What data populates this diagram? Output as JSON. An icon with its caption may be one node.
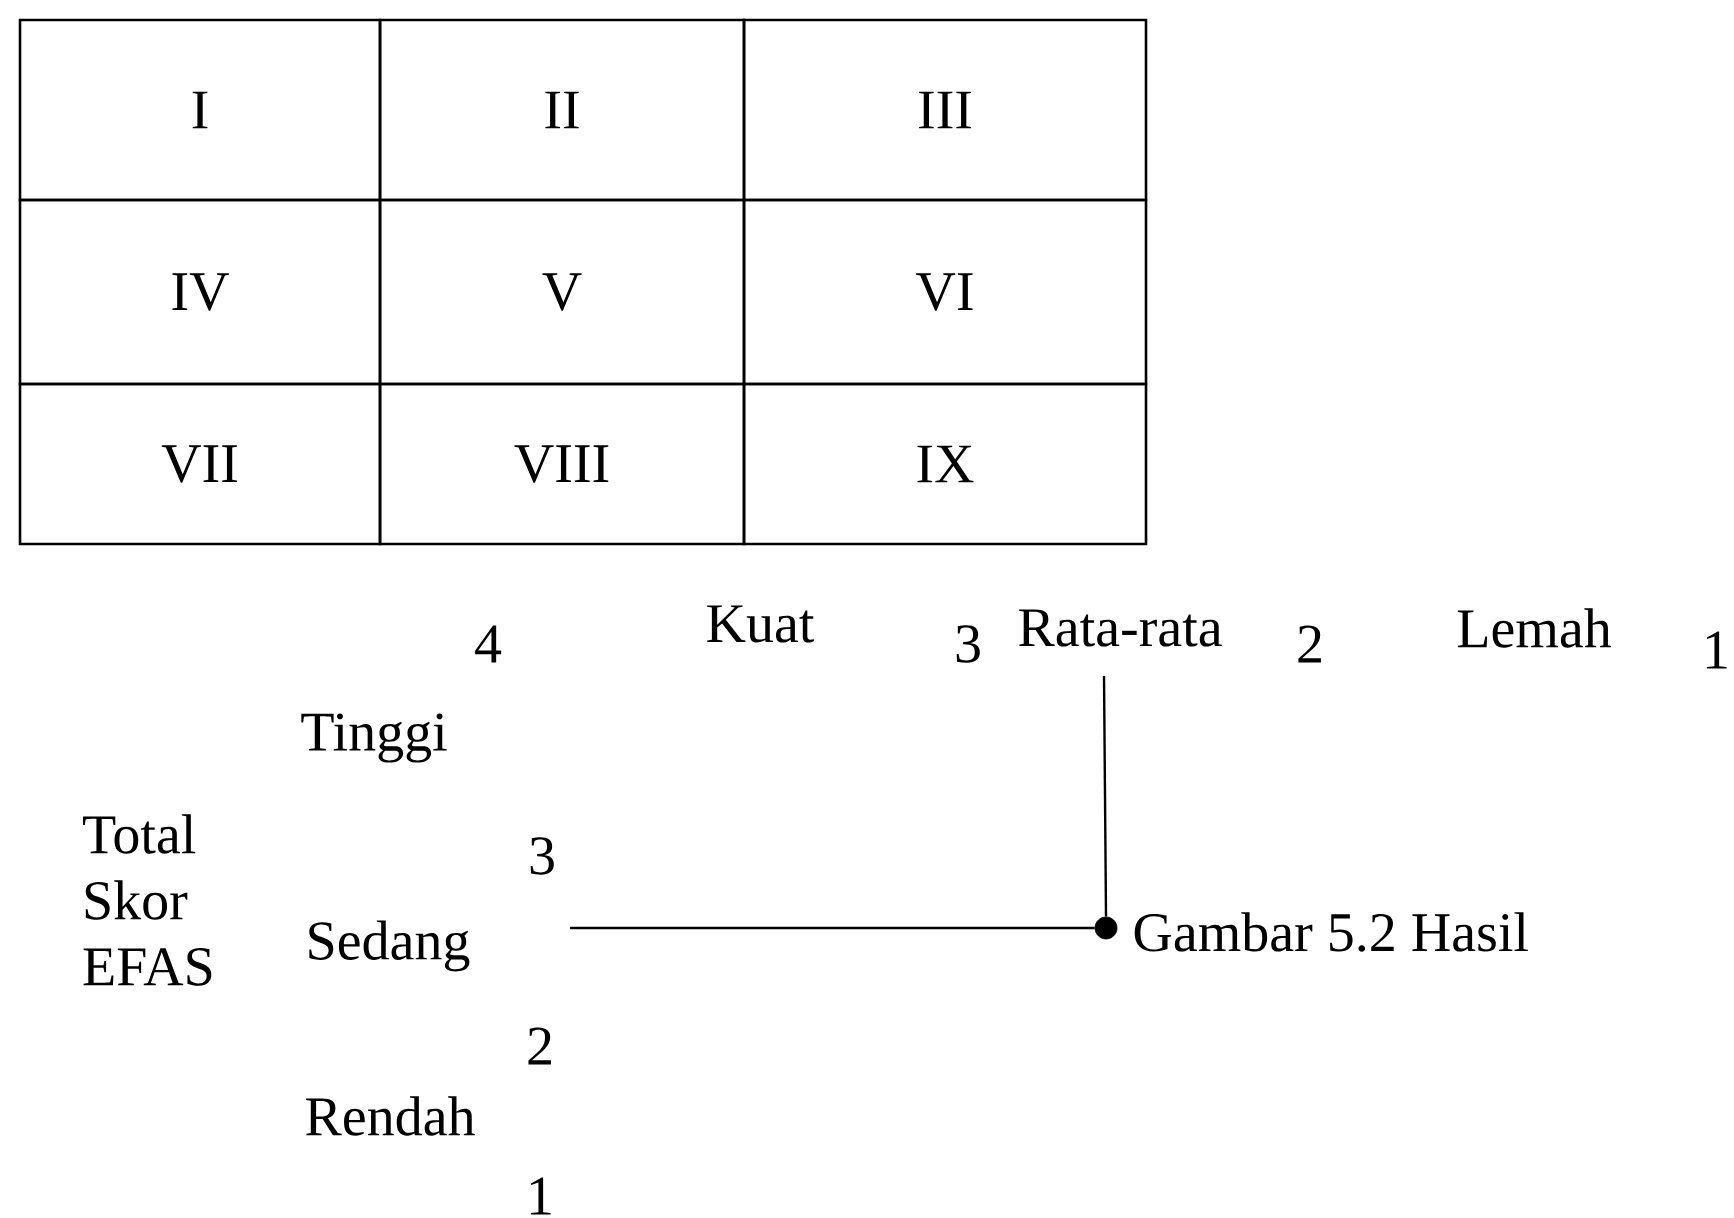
{
  "diagram": {
    "caption": "Gambar 5.2 Hasil",
    "nodes": [
      {
        "text": [
          "I"
        ]
      },
      {
        "text": [
          "II"
        ]
      },
      {
        "text": [
          "III"
        ]
      },
      {
        "text": [
          "IV"
        ]
      },
      {
        "text": [
          "V"
        ]
      },
      {
        "text": [
          "VI"
        ]
      },
      {
        "text": [
          "VII"
        ]
      },
      {
        "text": [
          "VIII"
        ]
      },
      {
        "text": [
          "IX"
        ]
      },
      {
        "text": [],
        "shape": "circle"
      }
    ],
    "edges": [
      {
        "from": null,
        "to": 9,
        "arrow": "none"
      },
      {
        "from": null,
        "to": 9,
        "arrow": "none"
      }
    ],
    "labels": [
      "4",
      "Kuat",
      "3",
      "Rata-rata",
      "2",
      "Lemah",
      "1",
      "Tinggi",
      "Total Skor EFAS",
      "3",
      "Sedang",
      "2",
      "Rendah",
      "1"
    ]
  }
}
